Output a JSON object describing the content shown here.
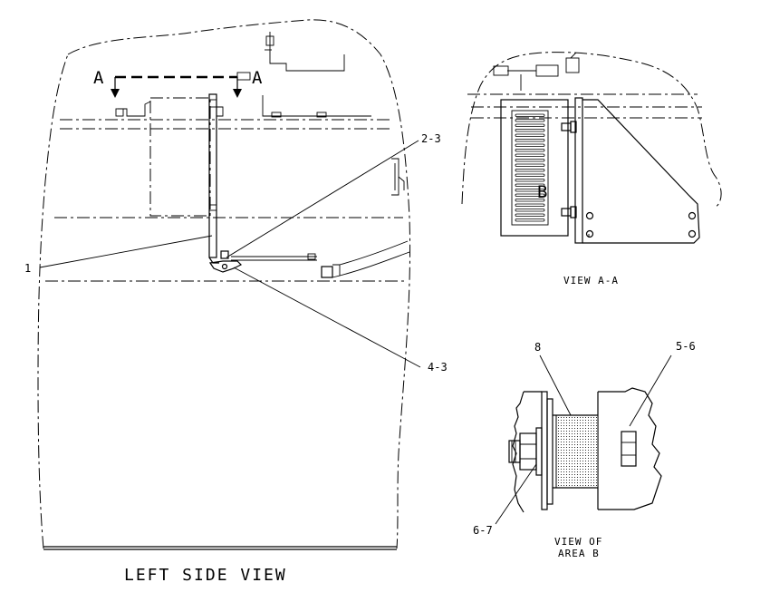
{
  "views": {
    "main_title": "LEFT SIDE VIEW",
    "view_aa_title": "VIEW A-A",
    "view_area_b_title_line1": "VIEW OF",
    "view_area_b_title_line2": "AREA B"
  },
  "section_marks": {
    "left": "A",
    "right": "A",
    "detail": "B"
  },
  "callouts": {
    "c1": "1",
    "c2_3": "2-3",
    "c4_3": "4-3",
    "c8": "8",
    "c5_6": "5-6",
    "c6_7": "6-7"
  }
}
